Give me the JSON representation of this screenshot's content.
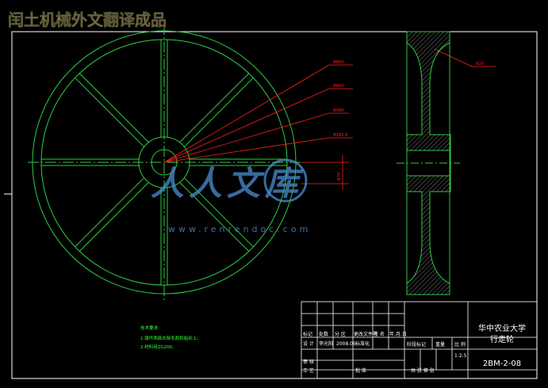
{
  "watermark_top": "闰土机械外文翻译成品",
  "watermark_center": "人人文库",
  "watermark_url": "www.renrendoc.com",
  "dimensions": {
    "d1": "Φ850",
    "d2": "Φ800",
    "d3": "Φ560",
    "d4": "Φ283.8",
    "side": "R20",
    "vertical": "Φ70"
  },
  "notes": {
    "heading": "技术要求:",
    "line1": "1.铸件两面去除毛刺和粘砂上;",
    "line2": "2.材料用ZG200."
  },
  "title_block": {
    "h_mark": "标记",
    "h_count": "处数",
    "h_zone": "分 区",
    "h_docno": "更改文件号",
    "h_sign": "签 名",
    "h_date": "年.月.日",
    "h_design": "设 计",
    "designer": "李光阳",
    "design_date": "2008.05",
    "h_std": "标准化",
    "h_stage": "阶段标记",
    "h_weight": "重量",
    "h_scale": "比 例",
    "scale": "1:2.5",
    "h_review": "审 核",
    "h_process": "工 艺",
    "h_approve": "批 准",
    "h_sheets": "共 张 第 张",
    "school": "华中农业大学",
    "part_name": "行走轮",
    "drawing_no": "2BM-2-08"
  },
  "colors": {
    "line_green": "#2ecc40",
    "dim_red": "#ff2020",
    "frame_white": "#ffffff",
    "hatch": "#b0b0b0",
    "note_green": "#33ff33",
    "wm_tan": "#c7c08a",
    "wm_blue": "#4a8fd0"
  }
}
